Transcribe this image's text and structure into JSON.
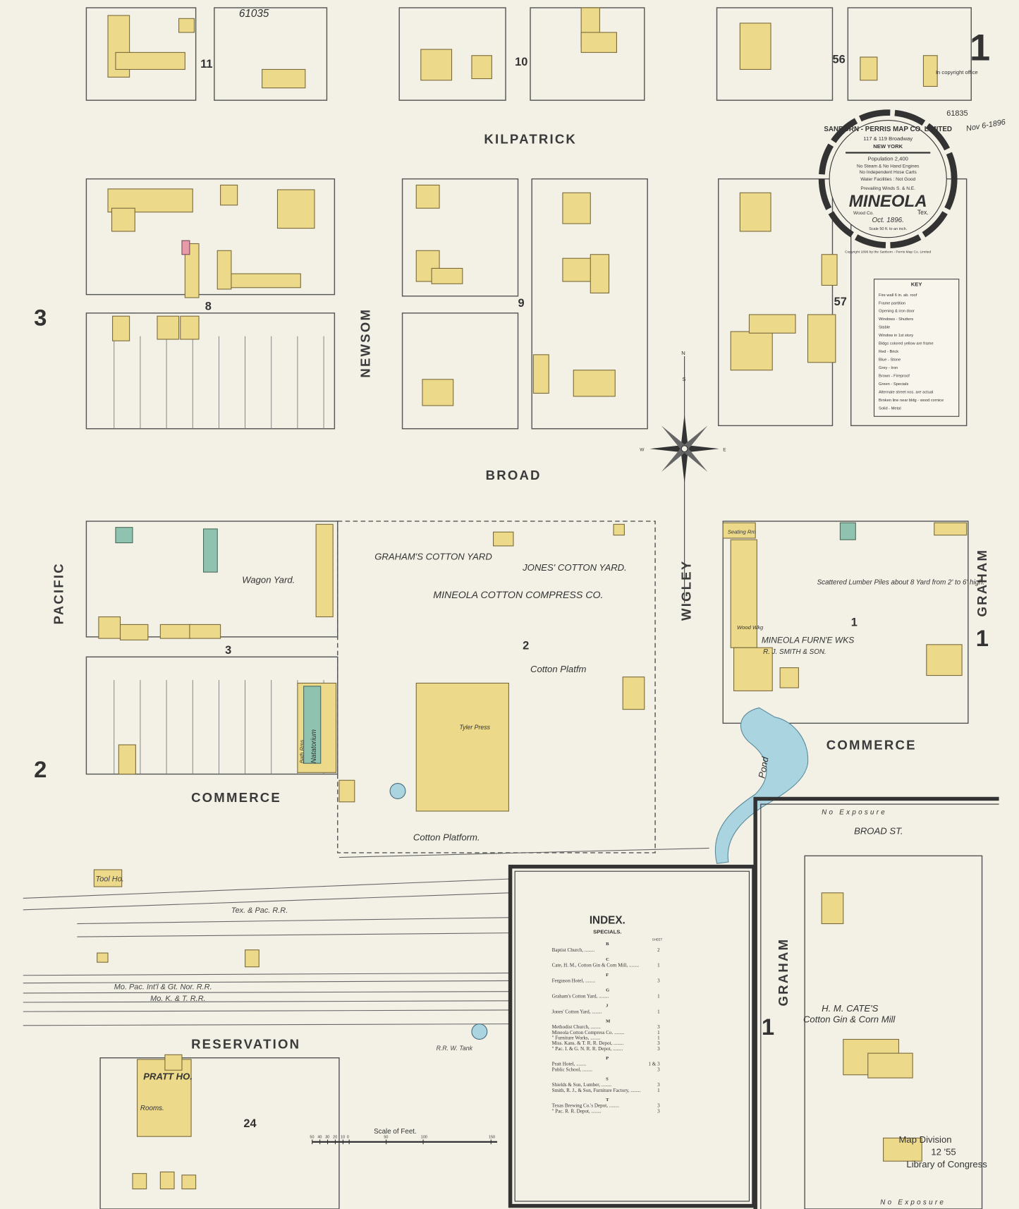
{
  "sheet_number": "1",
  "stamps": {
    "catalog_top": "61035",
    "catalog_right": "61835",
    "date_note": "Nov 6-1896",
    "copyright_stamp": "In copyright office",
    "library_stamp": [
      "Map Division",
      "12 '55",
      "Library of Congress"
    ]
  },
  "cartouche": {
    "company": "SANBORN - PERRIS MAP CO. LIMITED",
    "address": "117 & 119 Broadway",
    "city": "NEW YORK",
    "population": "Population 2,400",
    "engines": "No Steam & No Hand Engines",
    "hose": "No Independent Hose Carts",
    "water": "Water Facilities : Not Good",
    "winds": "Prevailing Winds S. & N.E.",
    "town": "MINEOLA",
    "county": "Wood Co.",
    "state": "Tex.",
    "date": "Oct. 1896.",
    "scale": "Scale 50 ft. to an inch.",
    "copyright": "Copyright 1896 by the Sanborn - Perris Map Co. Limited"
  },
  "streets": [
    "KILPATRICK",
    "BROAD",
    "COMMERCE",
    "COMMERCE",
    "RESERVATION",
    "NEWSOM",
    "PACIFIC",
    "WIGLEY",
    "GRAHAM",
    "GRAHAM",
    "BROAD ST."
  ],
  "block_numbers": [
    "11",
    "10",
    "56",
    "8",
    "9",
    "57",
    "3",
    "2",
    "1",
    "24"
  ],
  "adjoining_sheets": [
    "3",
    "2",
    "1",
    "1"
  ],
  "labels": {
    "grahams_yard": "GRAHAM'S COTTON YARD",
    "jones_yard": "JONES' COTTON YARD.",
    "compress": "MINEOLA COTTON COMPRESS CO.",
    "cotton_platform": "Cotton Platfm",
    "cotton_platform2": "Cotton Platform.",
    "wagon_yard": "Wagon Yard.",
    "furniture": "MINEOLA FURN'E WKS",
    "furniture_owner": "R. J. SMITH & SON.",
    "lumber": "Scattered Lumber Piles about 8 Yard from 2' to 6' high.",
    "cates": "H. M. CATE'S",
    "cates2": "Cotton Gin & Corn Mill",
    "pratt": "PRATT HO.",
    "rooms": "Rooms.",
    "tyler_press": "Tyler Press",
    "pond": "Pond",
    "no_exposure": "No Exposure",
    "tex_pac": "Tex. & Pac. R.R.",
    "mo_pac": "Mo. Pac. Int'l & Gt. Nor. R.R.",
    "mkt": "Mo. K. & T. R.R.",
    "tank": "R.R. W. Tank",
    "natatorium": "Natatorium",
    "bath_rms": "Bath Rms",
    "seating": "Seating Rm",
    "wood_wkg": "Wood Wkg",
    "tool_ho": "Tool Ho."
  },
  "compass": {
    "n": "N",
    "s": "S",
    "e": "E",
    "w": "W"
  },
  "scale_bar": {
    "title": "Scale of Feet.",
    "ticks": [
      "50",
      "40",
      "30",
      "20",
      "10",
      "0",
      "50",
      "100",
      "150"
    ]
  },
  "key": {
    "title": "KEY",
    "items": [
      "Fire wall 6 in. ab. roof",
      "Frame partition",
      "Opening & iron door",
      "Windows - Shutters",
      "Stable",
      "Window in 1st story",
      "Bldgs colored yellow are frame",
      "Red - Brick",
      "Blue - Stone",
      "Grey - Iron",
      "Brown - Fireproof",
      "Green - Specials",
      "Alternate street nos. are actual",
      "Broken line near bldg - wood cornice",
      "Solid - Metal"
    ]
  },
  "index": {
    "title": "INDEX.",
    "subtitle": "SPECIALS.",
    "sheet_header": "SHEET",
    "groups": [
      {
        "letter": "B",
        "entries": [
          {
            "name": "Baptist Church,",
            "sheet": "2"
          }
        ]
      },
      {
        "letter": "C",
        "entries": [
          {
            "name": "Cate, H. M., Cotton Gin & Corn Mill,",
            "sheet": "1"
          }
        ]
      },
      {
        "letter": "F",
        "entries": [
          {
            "name": "Ferguson Hotel,",
            "sheet": "3"
          }
        ]
      },
      {
        "letter": "G",
        "entries": [
          {
            "name": "Graham's Cotton Yard,",
            "sheet": "1"
          }
        ]
      },
      {
        "letter": "J",
        "entries": [
          {
            "name": "Jones' Cotton Yard,",
            "sheet": "1"
          }
        ]
      },
      {
        "letter": "M",
        "entries": [
          {
            "name": "Methodist Church,",
            "sheet": "3"
          },
          {
            "name": "Mineola Cotton Compress Co.",
            "sheet": "1"
          },
          {
            "name": "\"  Furniture Works,",
            "sheet": "1"
          },
          {
            "name": "Miss. Kans. & T. R. R. Depot,",
            "sheet": "3"
          },
          {
            "name": "\"  Pac. I. & G. N. R. R. Depot,",
            "sheet": "3"
          }
        ]
      },
      {
        "letter": "P",
        "entries": [
          {
            "name": "Pratt Hotel,",
            "sheet": "1 & 3"
          },
          {
            "name": "Public School,",
            "sheet": "3"
          }
        ]
      },
      {
        "letter": "S",
        "entries": [
          {
            "name": "Shields & Son, Lumber,",
            "sheet": "3"
          },
          {
            "name": "Smith, R. J., & Son, Furniture Factory,",
            "sheet": "1"
          }
        ]
      },
      {
        "letter": "T",
        "entries": [
          {
            "name": "Texas Brewing Co.'s Depot,",
            "sheet": "3"
          },
          {
            "name": "\"  Pac. R. R. Depot,",
            "sheet": "3"
          }
        ]
      }
    ]
  },
  "colors": {
    "paper": "#f3f1e6",
    "frame": "#ecd98a",
    "special": "#8fc3b0",
    "brick": "#e89aa8",
    "water": "#a9d4e0"
  }
}
